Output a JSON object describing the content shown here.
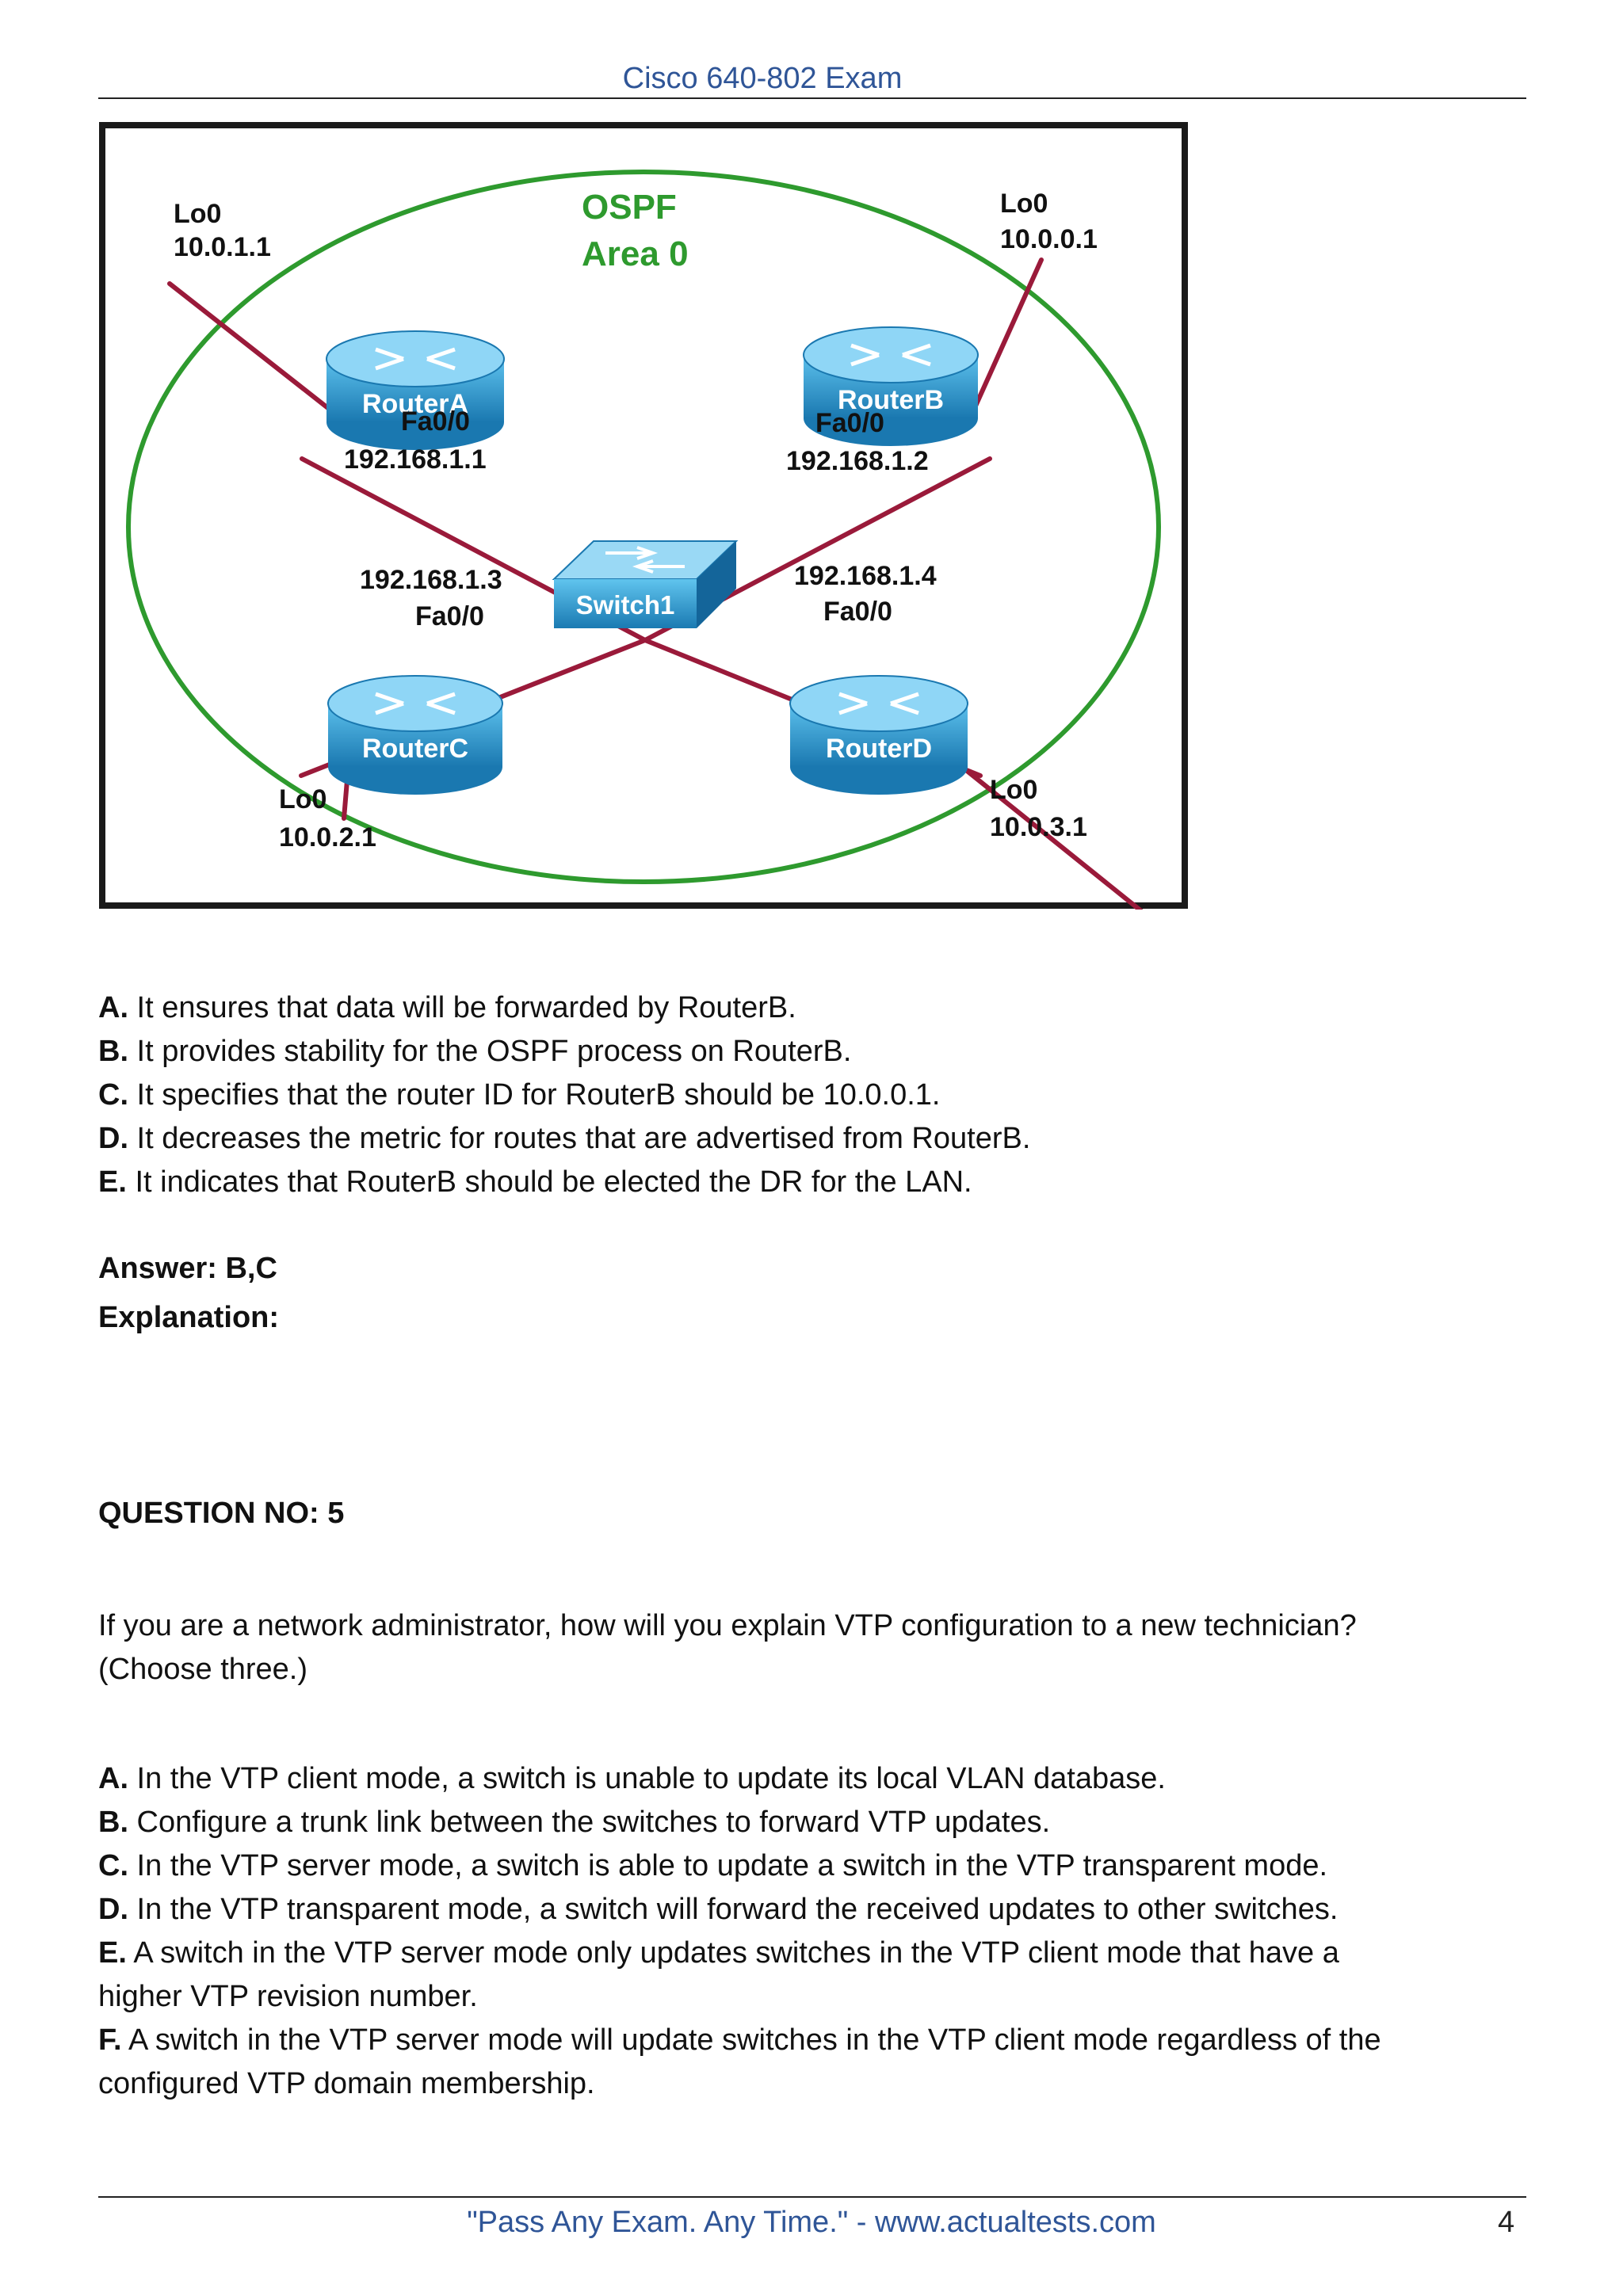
{
  "header": {
    "title": "Cisco 640-802 Exam"
  },
  "diagram": {
    "area_title_line1": "OSPF",
    "area_title_line2": "Area 0",
    "routerA": {
      "name": "RouterA",
      "lo_label": "Lo0",
      "lo_ip": "10.0.1.1",
      "if_label": "Fa0/0",
      "if_ip": "192.168.1.1"
    },
    "routerB": {
      "name": "RouterB",
      "lo_label": "Lo0",
      "lo_ip": "10.0.0.1",
      "if_label": "Fa0/0",
      "if_ip": "192.168.1.2"
    },
    "routerC": {
      "name": "RouterC",
      "lo_label": "Lo0",
      "lo_ip": "10.0.2.1",
      "if_label": "Fa0/0",
      "if_ip": "192.168.1.3"
    },
    "routerD": {
      "name": "RouterD",
      "lo_label": "Lo0",
      "lo_ip": "10.0.3.1",
      "if_label": "Fa0/0",
      "if_ip": "192.168.1.4"
    },
    "switch": {
      "name": "Switch1"
    },
    "colors": {
      "area": "#2e9a2e",
      "area_text": "#2e9a2e",
      "link": "#9a1a3a",
      "device": "#2a90c8"
    }
  },
  "question4": {
    "options": [
      {
        "letter": "A.",
        "text": " It ensures that data will be forwarded by RouterB."
      },
      {
        "letter": "B.",
        "text": " It provides stability for the OSPF process on RouterB."
      },
      {
        "letter": "C.",
        "text": " It specifies that the router ID for RouterB should be 10.0.0.1."
      },
      {
        "letter": "D.",
        "text": " It decreases the metric for routes that are advertised from RouterB."
      },
      {
        "letter": "E.",
        "text": " It indicates that RouterB should be elected the DR for the LAN."
      }
    ],
    "answer": "Answer: B,C",
    "explanation": "Explanation:"
  },
  "question5": {
    "heading": "QUESTION NO: 5",
    "text_line1": "If you are a network administrator, how will you explain VTP configuration to a new technician?",
    "text_line2": "(Choose three.)",
    "options": [
      {
        "letter": "A.",
        "text": " In the VTP client mode, a switch is unable to update its local VLAN database."
      },
      {
        "letter": "B.",
        "text": " Configure a trunk link between the switches to forward VTP updates."
      },
      {
        "letter": "C.",
        "text": " In the VTP server mode, a switch is able to update a switch in the VTP transparent mode."
      },
      {
        "letter": "D.",
        "text": " In the VTP transparent mode, a switch will forward the received updates to other switches."
      },
      {
        "letter": "E.",
        "text": " A switch in the VTP server mode only updates switches in the VTP client mode that have a",
        "cont": "higher VTP revision number."
      },
      {
        "letter": "F.",
        "text": " A switch in the VTP server mode will update switches in the VTP client mode regardless of the",
        "cont": "configured VTP domain membership."
      }
    ]
  },
  "footer": {
    "text": "\"Pass Any Exam. Any Time.\" - www.actualtests.com",
    "page": "4"
  }
}
